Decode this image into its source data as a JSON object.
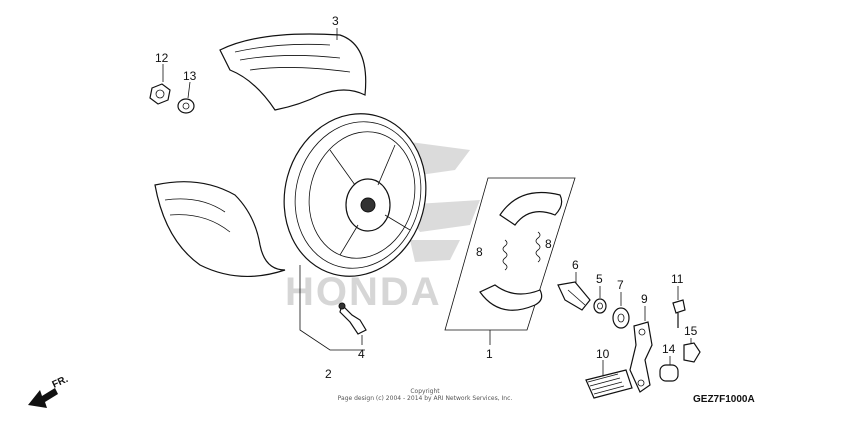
{
  "callouts": {
    "c1": "1",
    "c2": "2",
    "c3": "3",
    "c4": "4",
    "c5": "5",
    "c6": "6",
    "c7": "7",
    "c8a": "8",
    "c8b": "8",
    "c9": "9",
    "c10": "10",
    "c11": "11",
    "c12": "12",
    "c13": "13",
    "c14": "14",
    "c15": "15"
  },
  "footer": {
    "copyright": "Copyright",
    "line2": "Page design (c) 2004 - 2014 by ARI Network Services, Inc."
  },
  "diagram_code": "GEZ7F1000A",
  "direction_label": "FR.",
  "watermark": "HONDA",
  "colors": {
    "line": "#111111",
    "watermark": "#bbbbbb"
  }
}
